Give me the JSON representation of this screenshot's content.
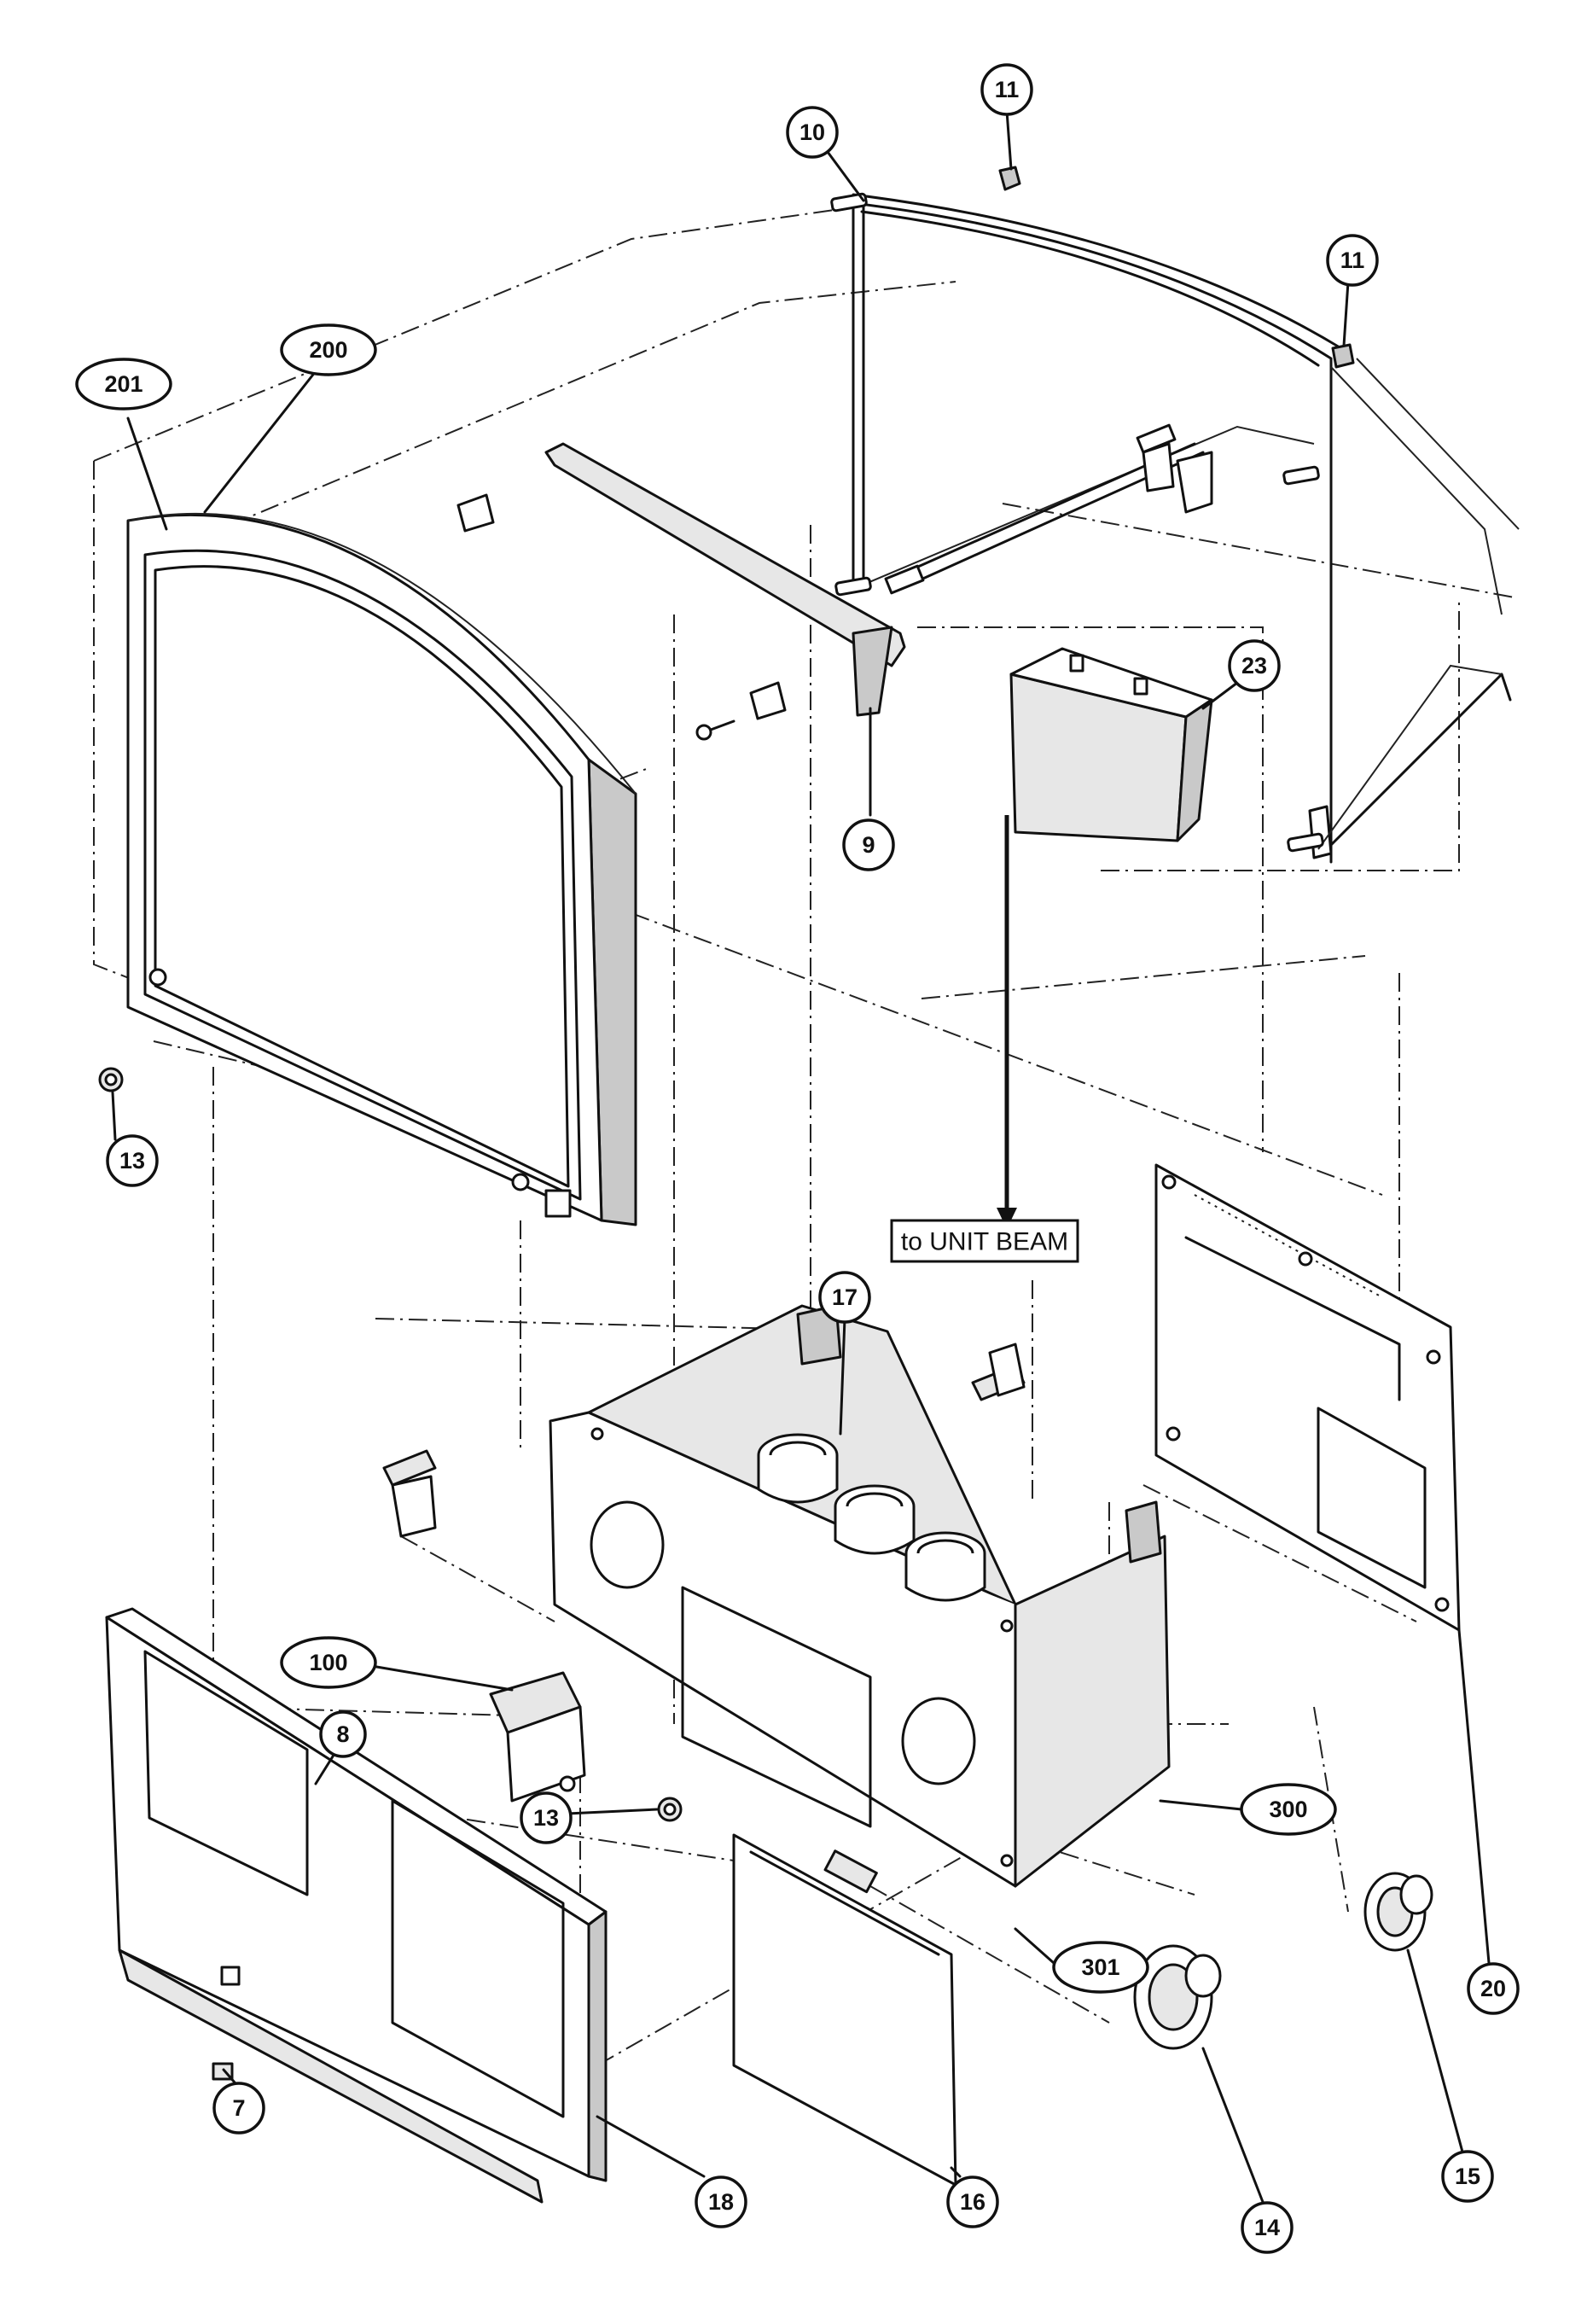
{
  "callouts": [
    {
      "id": "c10",
      "label": "10"
    },
    {
      "id": "c11a",
      "label": "11"
    },
    {
      "id": "c11b",
      "label": "11"
    },
    {
      "id": "c200",
      "label": "200"
    },
    {
      "id": "c201",
      "label": "201"
    },
    {
      "id": "c23",
      "label": "23"
    },
    {
      "id": "c9",
      "label": "9"
    },
    {
      "id": "c13a",
      "label": "13"
    },
    {
      "id": "c17",
      "label": "17"
    },
    {
      "id": "c100",
      "label": "100"
    },
    {
      "id": "c8",
      "label": "8"
    },
    {
      "id": "c13b",
      "label": "13"
    },
    {
      "id": "c300",
      "label": "300"
    },
    {
      "id": "c301",
      "label": "301"
    },
    {
      "id": "c20",
      "label": "20"
    },
    {
      "id": "c7",
      "label": "7"
    },
    {
      "id": "c18",
      "label": "18"
    },
    {
      "id": "c16",
      "label": "16"
    },
    {
      "id": "c14",
      "label": "14"
    },
    {
      "id": "c15",
      "label": "15"
    }
  ],
  "note": {
    "text": "to UNIT BEAM"
  }
}
